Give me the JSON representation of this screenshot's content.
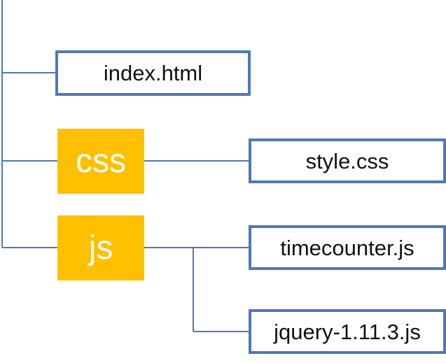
{
  "files": {
    "index": "index.html",
    "style": "style.css",
    "timecounter": "timecounter.js",
    "jquery": "jquery-1.11.3.js"
  },
  "folders": {
    "css": "css",
    "js": "js"
  },
  "colors": {
    "connector": "#4f78b6",
    "file_border": "#4f78b6",
    "folder_fill": "#ffc000",
    "folder_text": "#ffffff",
    "file_text": "#111111"
  }
}
